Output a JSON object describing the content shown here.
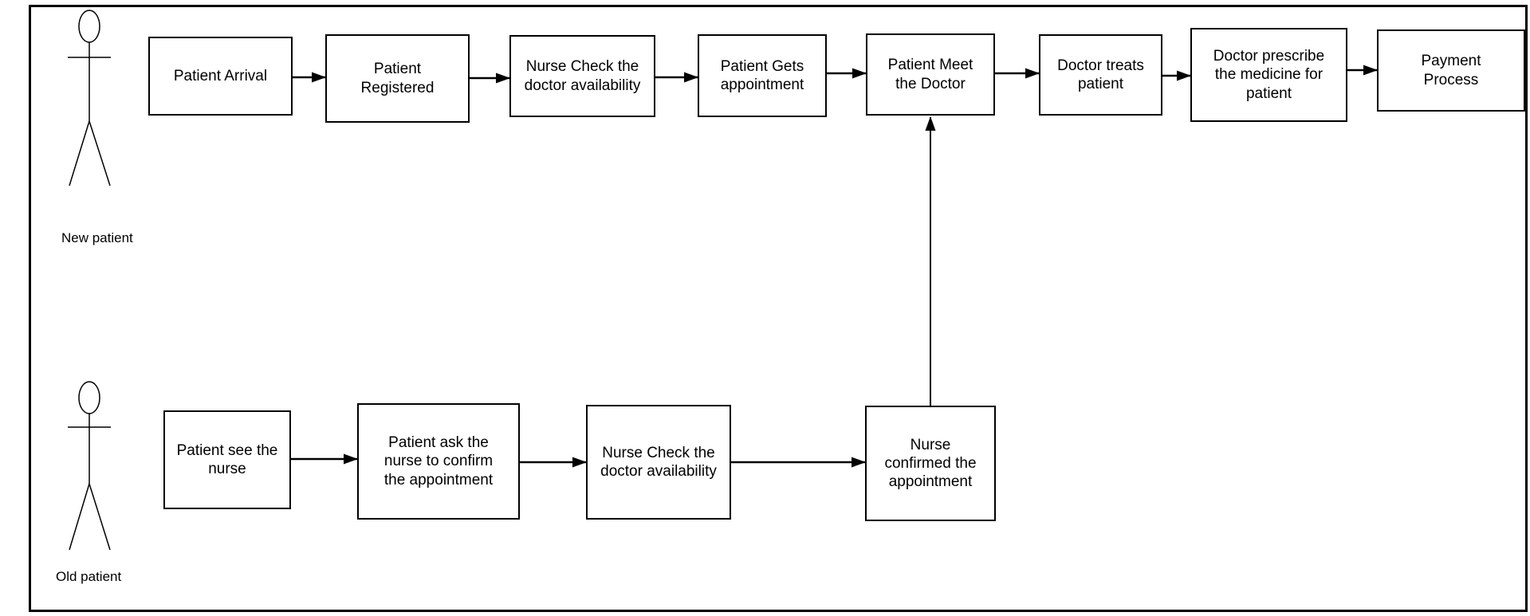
{
  "diagram": {
    "actors": [
      {
        "id": "new-patient",
        "label": "New patient"
      },
      {
        "id": "old-patient",
        "label": "Old  patient"
      }
    ],
    "top_flow": [
      {
        "id": "patient-arrival",
        "label": "Patient Arrival"
      },
      {
        "id": "patient-registered",
        "label": "Patient\nRegistered"
      },
      {
        "id": "nurse-check-doctor-availability",
        "label": "Nurse Check the\ndoctor availability"
      },
      {
        "id": "patient-gets-appointment",
        "label": "Patient Gets\nappointment"
      },
      {
        "id": "patient-meet-doctor",
        "label": "Patient Meet\nthe Doctor"
      },
      {
        "id": "doctor-treats-patient",
        "label": "Doctor treats\npatient"
      },
      {
        "id": "doctor-prescribe-medicine",
        "label": "Doctor prescribe\nthe medicine for\npatient"
      },
      {
        "id": "payment-process",
        "label": "Payment\nProcess"
      }
    ],
    "bottom_flow": [
      {
        "id": "patient-see-nurse",
        "label": "Patient see the\nnurse"
      },
      {
        "id": "patient-ask-nurse-confirm",
        "label": "Patient ask the\nnurse to confirm\nthe appointment"
      },
      {
        "id": "nurse-check-doctor-availability-2",
        "label": "Nurse Check the\ndoctor availability"
      },
      {
        "id": "nurse-confirmed-appointment",
        "label": "Nurse\nconfirmed the\nappointment"
      }
    ],
    "edges": [
      {
        "from": "patient-arrival",
        "to": "patient-registered"
      },
      {
        "from": "patient-registered",
        "to": "nurse-check-doctor-availability"
      },
      {
        "from": "nurse-check-doctor-availability",
        "to": "patient-gets-appointment"
      },
      {
        "from": "patient-gets-appointment",
        "to": "patient-meet-doctor"
      },
      {
        "from": "patient-meet-doctor",
        "to": "doctor-treats-patient"
      },
      {
        "from": "doctor-treats-patient",
        "to": "doctor-prescribe-medicine"
      },
      {
        "from": "doctor-prescribe-medicine",
        "to": "payment-process"
      },
      {
        "from": "patient-see-nurse",
        "to": "patient-ask-nurse-confirm"
      },
      {
        "from": "patient-ask-nurse-confirm",
        "to": "nurse-check-doctor-availability-2"
      },
      {
        "from": "nurse-check-doctor-availability-2",
        "to": "nurse-confirmed-appointment"
      },
      {
        "from": "nurse-confirmed-appointment",
        "to": "patient-meet-doctor"
      }
    ],
    "colors": {
      "stroke": "#000000",
      "box_fill": "#ffffff",
      "background": "#ffffff",
      "text": "#000000"
    }
  }
}
